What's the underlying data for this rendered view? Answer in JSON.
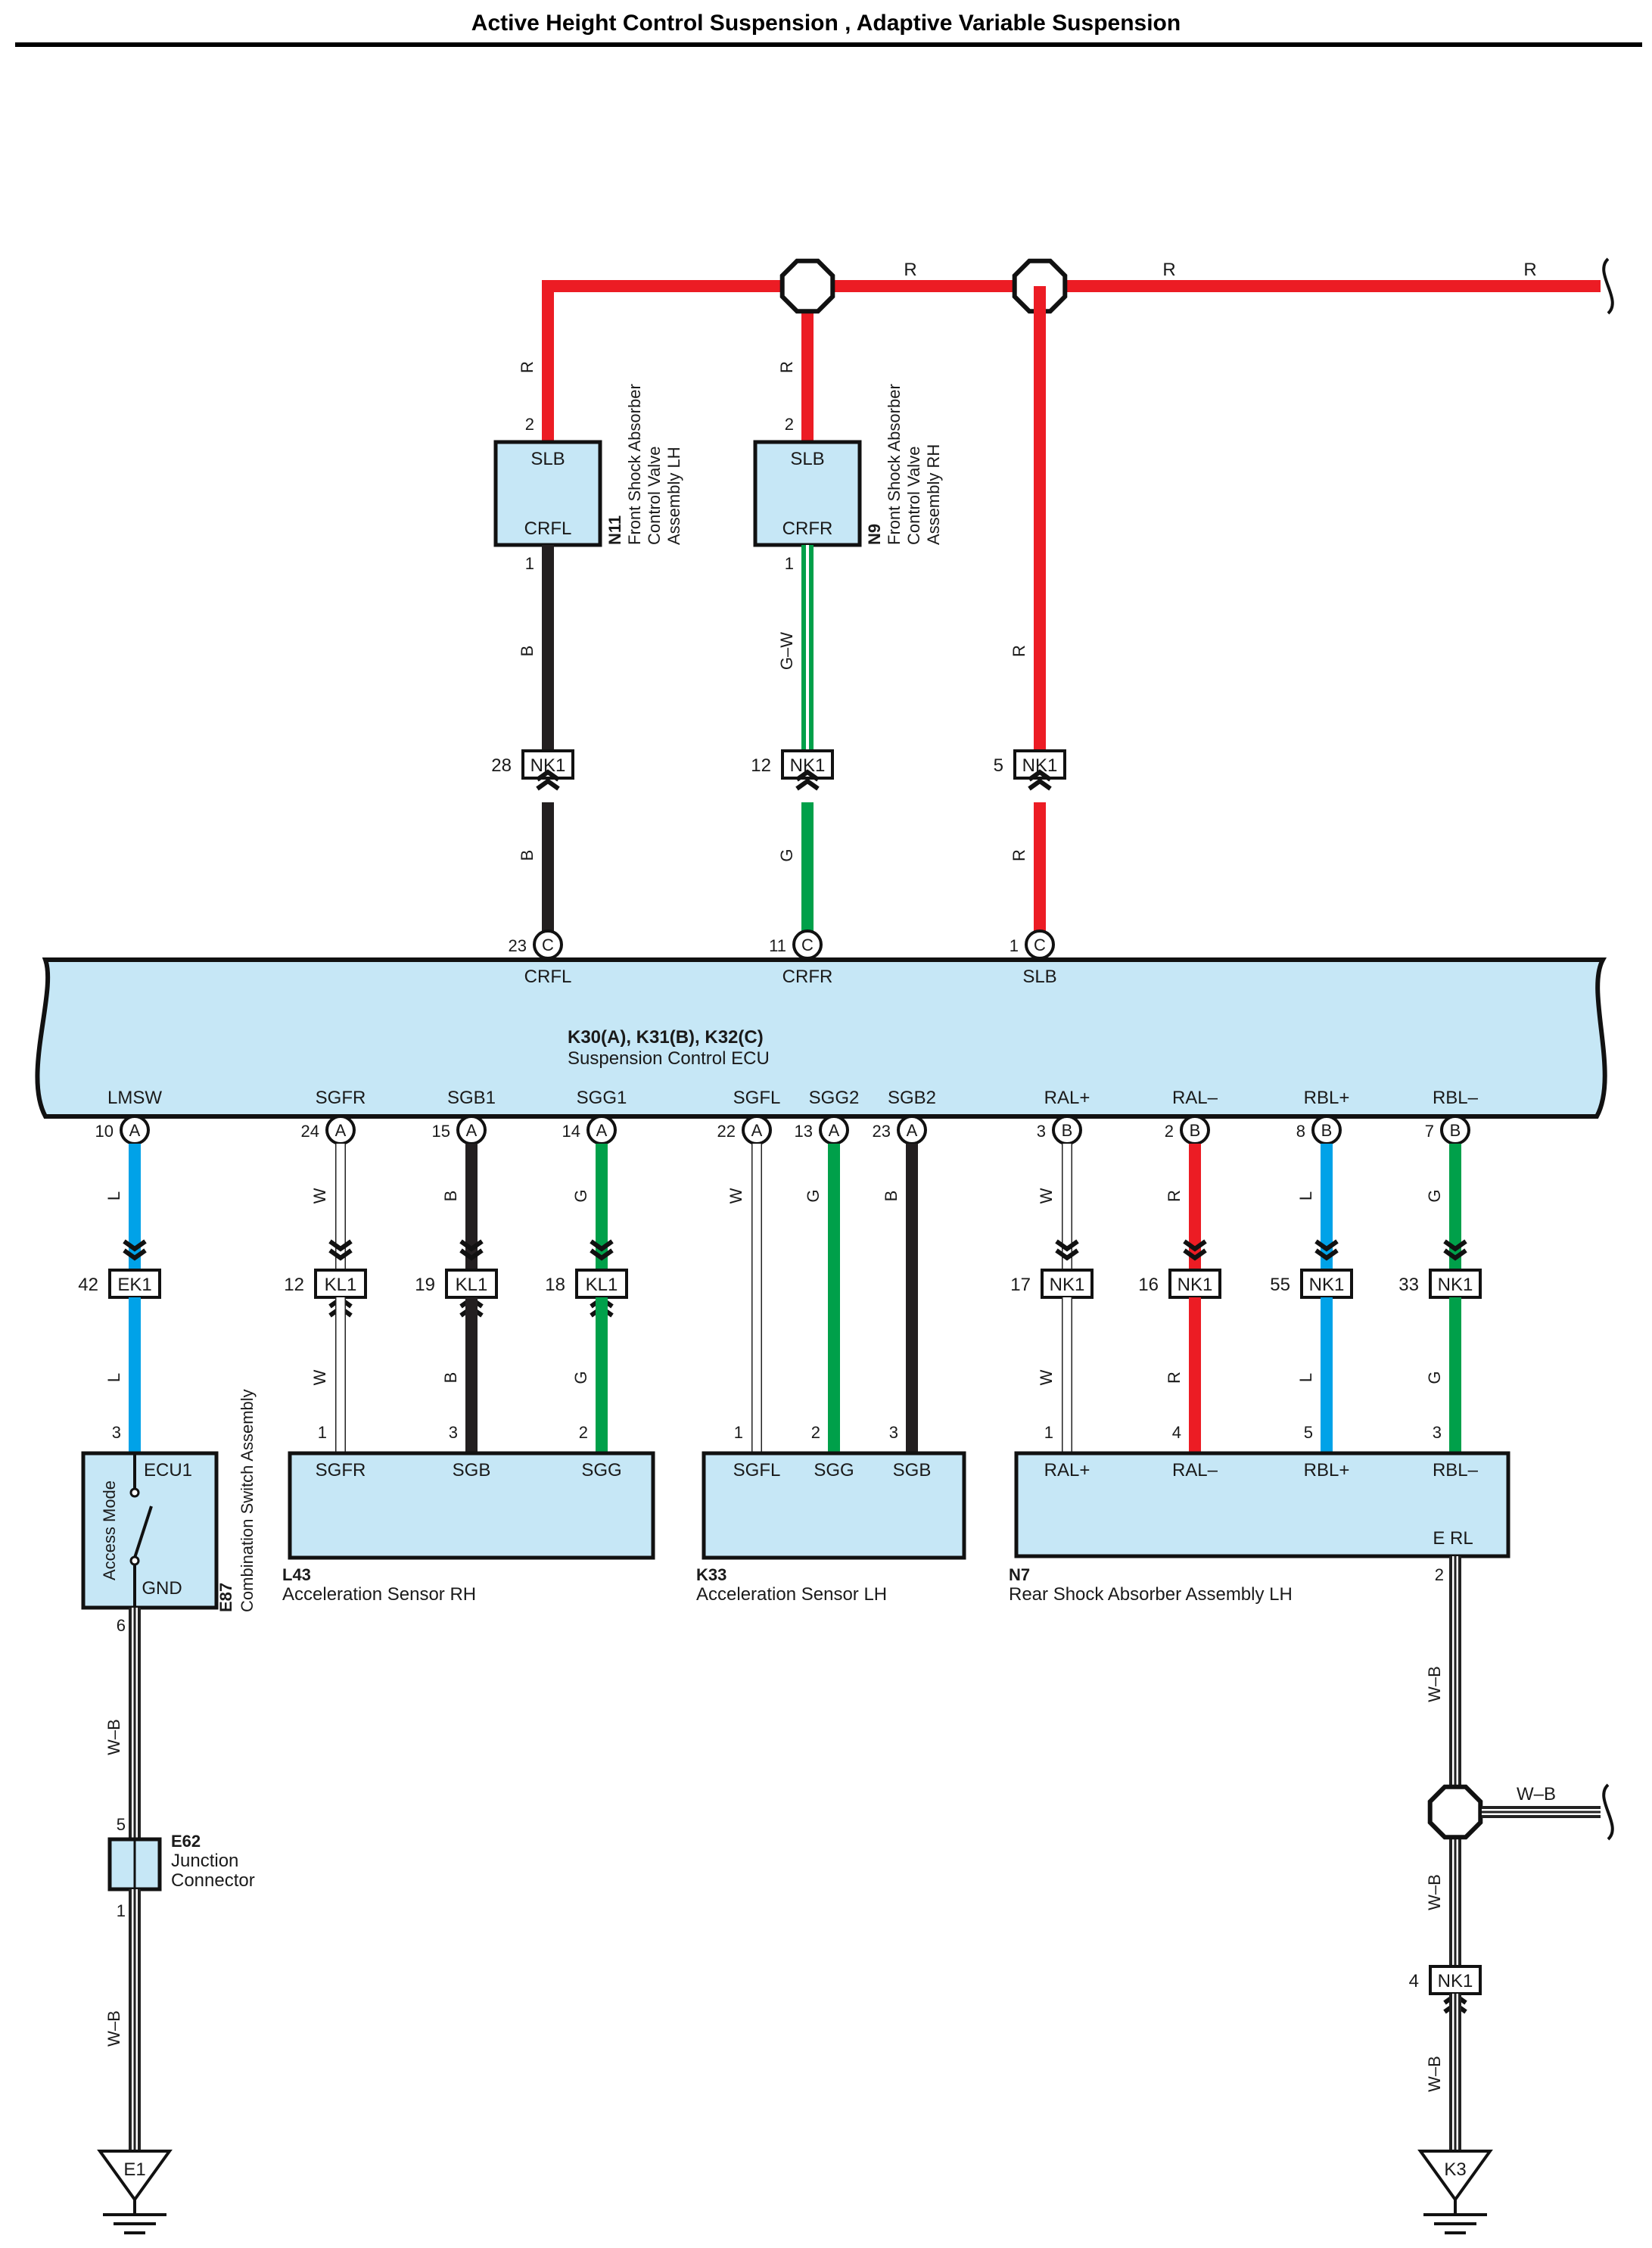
{
  "title": "Active Height Control Suspension , Adaptive Variable Suspension",
  "colors": {
    "R": "#ec1c24",
    "B": "#231f20",
    "G": "#00a04a",
    "L": "#00a2e8",
    "W": "#ffffff",
    "box_fill": "#c6e7f6",
    "outline": "#1a1a1a"
  },
  "splice_bus": {
    "wire_labels": [
      "R",
      "R",
      "R"
    ]
  },
  "ecu": {
    "title": "K30(A), K31(B), K32(C)",
    "name": "Suspension Control ECU",
    "top_pins": [
      {
        "num": "23",
        "connector": "C",
        "name": "CRFL"
      },
      {
        "num": "11",
        "connector": "C",
        "name": "CRFR"
      },
      {
        "num": "1",
        "connector": "C",
        "name": "SLB"
      }
    ],
    "bottom_pins": [
      {
        "num": "10",
        "connector": "A",
        "name": "LMSW"
      },
      {
        "num": "24",
        "connector": "A",
        "name": "SGFR"
      },
      {
        "num": "15",
        "connector": "A",
        "name": "SGB1"
      },
      {
        "num": "14",
        "connector": "A",
        "name": "SGG1"
      },
      {
        "num": "22",
        "connector": "A",
        "name": "SGFL"
      },
      {
        "num": "13",
        "connector": "A",
        "name": "SGG2"
      },
      {
        "num": "23",
        "connector": "A",
        "name": "SGB2"
      },
      {
        "num": "3",
        "connector": "B",
        "name": "RAL+"
      },
      {
        "num": "2",
        "connector": "B",
        "name": "RAL–"
      },
      {
        "num": "8",
        "connector": "B",
        "name": "RBL+"
      },
      {
        "num": "7",
        "connector": "B",
        "name": "RBL–"
      }
    ]
  },
  "upper_components": [
    {
      "code": "N11",
      "name_lines": [
        "Front Shock Absorber",
        "Control Valve",
        "Assembly LH"
      ],
      "top_pin": "2",
      "top_label": "SLB",
      "bottom_label": "CRFL",
      "bottom_pin": "1",
      "wire_top": "R",
      "wire_mid": "B",
      "conn": "NK1",
      "conn_pin": "28",
      "wire_low": "B"
    },
    {
      "code": "N9",
      "name_lines": [
        "Front Shock Absorber",
        "Control Valve",
        "Assembly RH"
      ],
      "top_pin": "2",
      "top_label": "SLB",
      "bottom_label": "CRFR",
      "bottom_pin": "1",
      "wire_top": "R",
      "wire_mid": "G–W",
      "conn": "NK1",
      "conn_pin": "12",
      "wire_low": "G"
    },
    {
      "code": "",
      "name_lines": [],
      "wire_mid": "R",
      "conn": "NK1",
      "conn_pin": "5",
      "wire_low": "R"
    }
  ],
  "lower_wires": [
    {
      "upper": "L",
      "conn": "EK1",
      "conn_pin": "42",
      "lower": "L",
      "comp_pin": "3"
    },
    {
      "upper": "W",
      "conn": "KL1",
      "conn_pin": "12",
      "lower": "W",
      "comp_pin": "1"
    },
    {
      "upper": "B",
      "conn": "KL1",
      "conn_pin": "19",
      "lower": "B",
      "comp_pin": "3"
    },
    {
      "upper": "G",
      "conn": "KL1",
      "conn_pin": "18",
      "lower": "G",
      "comp_pin": "2"
    },
    {
      "upper": "W",
      "comp_pin": "1"
    },
    {
      "upper": "G",
      "comp_pin": "2"
    },
    {
      "upper": "B",
      "comp_pin": "3"
    },
    {
      "upper": "W",
      "conn": "NK1",
      "conn_pin": "17",
      "lower": "W",
      "comp_pin": "1"
    },
    {
      "upper": "R",
      "conn": "NK1",
      "conn_pin": "16",
      "lower": "R",
      "comp_pin": "4"
    },
    {
      "upper": "L",
      "conn": "NK1",
      "conn_pin": "55",
      "lower": "L",
      "comp_pin": "5"
    },
    {
      "upper": "G",
      "conn": "NK1",
      "conn_pin": "33",
      "lower": "G",
      "comp_pin": "3"
    }
  ],
  "switch_assembly": {
    "code": "E87",
    "name": "Combination Switch Assembly",
    "side_label": "Access Mode",
    "pin_top_label": "ECU1",
    "pin_bottom_label": "GND",
    "bottom_pin": "6"
  },
  "sensors": [
    {
      "code": "L43",
      "name": "Acceleration Sensor RH",
      "pins": [
        "SGFR",
        "SGB",
        "SGG"
      ]
    },
    {
      "code": "K33",
      "name": "Acceleration Sensor LH",
      "pins": [
        "SGFL",
        "SGG",
        "SGB"
      ]
    },
    {
      "code": "N7",
      "name": "Rear Shock Absorber Assembly LH",
      "pins": [
        "RAL+",
        "RAL–",
        "RBL+",
        "RBL–"
      ],
      "extra_pin": "E RL",
      "extra_pin_num": "2"
    }
  ],
  "left_ground_chain": {
    "wire1": "W–B",
    "junction": {
      "code": "E62",
      "name_lines": [
        "Junction",
        "Connector"
      ],
      "pin_top": "5",
      "pin_bottom": "1"
    },
    "wire2": "W–B",
    "ground": "E1"
  },
  "right_ground_chain": {
    "wire1": "W–B",
    "branch_wire": "W–B",
    "wire2": "W–B",
    "conn": "NK1",
    "conn_pin": "4",
    "wire3": "W–B",
    "ground": "K3"
  }
}
